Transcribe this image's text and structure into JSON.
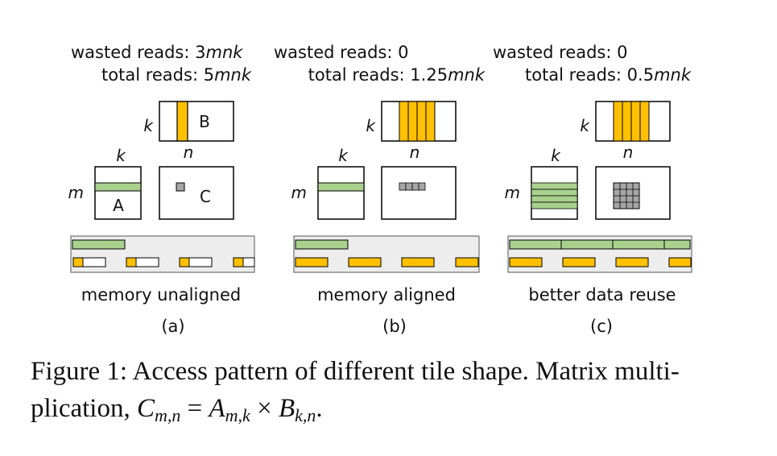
{
  "panels": [
    {
      "wasted_label": "wasted reads: 3",
      "wasted_unit": "mnk",
      "total_label": "total reads: 5",
      "total_unit": "mnk",
      "matrix_b_label": "B",
      "matrix_a_label": "A",
      "matrix_c_label": "C",
      "k_label": "k",
      "n_label": "n",
      "m_label": "m",
      "desc": "memory unaligned",
      "tag": "(a)"
    },
    {
      "wasted_label": "wasted reads: 0",
      "wasted_unit": "",
      "total_label": "total reads: 1.25",
      "total_unit": "mnk",
      "k_label": "k",
      "n_label": "n",
      "m_label": "m",
      "desc": "memory aligned",
      "tag": "(b)"
    },
    {
      "wasted_label": "wasted reads: 0",
      "wasted_unit": "",
      "total_label": "total reads: 0.5",
      "total_unit": "mnk",
      "k_label": "k",
      "n_label": "n",
      "m_label": "m",
      "desc": "better data reuse",
      "tag": "(c)"
    }
  ],
  "caption": {
    "line1": "Figure 1: Access pattern of different tile shape. Matrix multi-",
    "line2_prefix": "plication, ",
    "C": "C",
    "C_sub": "m,n",
    "eq": " = ",
    "A": "A",
    "A_sub": "m,k",
    "times": " × ",
    "B": "B",
    "B_sub": "k,n",
    "end": "."
  },
  "colors": {
    "orange": "#FFC000",
    "green": "#A9D18E",
    "gray_tile": "#A6A6A6",
    "memory_bg": "#EDEDED",
    "stroke": "#000000"
  }
}
